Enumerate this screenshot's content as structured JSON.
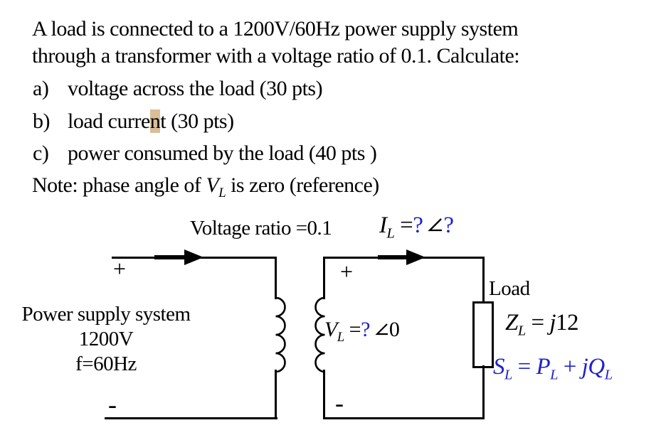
{
  "problem": {
    "line1": "A load is connected to a 1200V/60Hz power supply system",
    "line2": "through a transformer with a voltage ratio of 0.1. Calculate:",
    "items": [
      {
        "label": "a)",
        "pre": "voltage across the load (30 pts)",
        "highlight": "",
        "post": ""
      },
      {
        "label": "b)",
        "pre": "load curre",
        "highlight": "n",
        "post": "t (30 pts)"
      },
      {
        "label": "c)",
        "pre": "power consumed by the load (40 pts )",
        "highlight": "",
        "post": ""
      }
    ],
    "note": {
      "pre": "Note: phase angle of ",
      "var": "V",
      "sub": "L",
      "post": " is zero (reference)"
    }
  },
  "diagram": {
    "voltage_ratio_label": "Voltage ratio =0.1",
    "current_label": {
      "var": "I",
      "sub": "L",
      "eq": " =",
      "q1": "?",
      "q2": "?"
    },
    "secondary_voltage_label": {
      "var": "V",
      "sub": "L",
      "eq": " =",
      "q": "?",
      "zero": "0"
    },
    "source": {
      "name": "Power supply system",
      "voltage": "1200V",
      "frequency": "f=60Hz"
    },
    "load_name": "Load",
    "impedance": {
      "var": "Z",
      "sub": "L",
      "eq": " = ",
      "j": "j",
      "val": "12"
    },
    "power": {
      "var": "S",
      "sub": "L",
      "eq": " = ",
      "p": "P",
      "p_sub": "L",
      "plus": " + ",
      "j": "j",
      "q": "Q",
      "q_sub": "L"
    },
    "polarity": {
      "primary_plus": "+",
      "primary_minus": "-",
      "secondary_plus": "+",
      "secondary_minus": "-"
    }
  },
  "colors": {
    "accent_blue": "#2121CC",
    "highlight_tan": "#D9BE98",
    "wire": "#000000"
  }
}
